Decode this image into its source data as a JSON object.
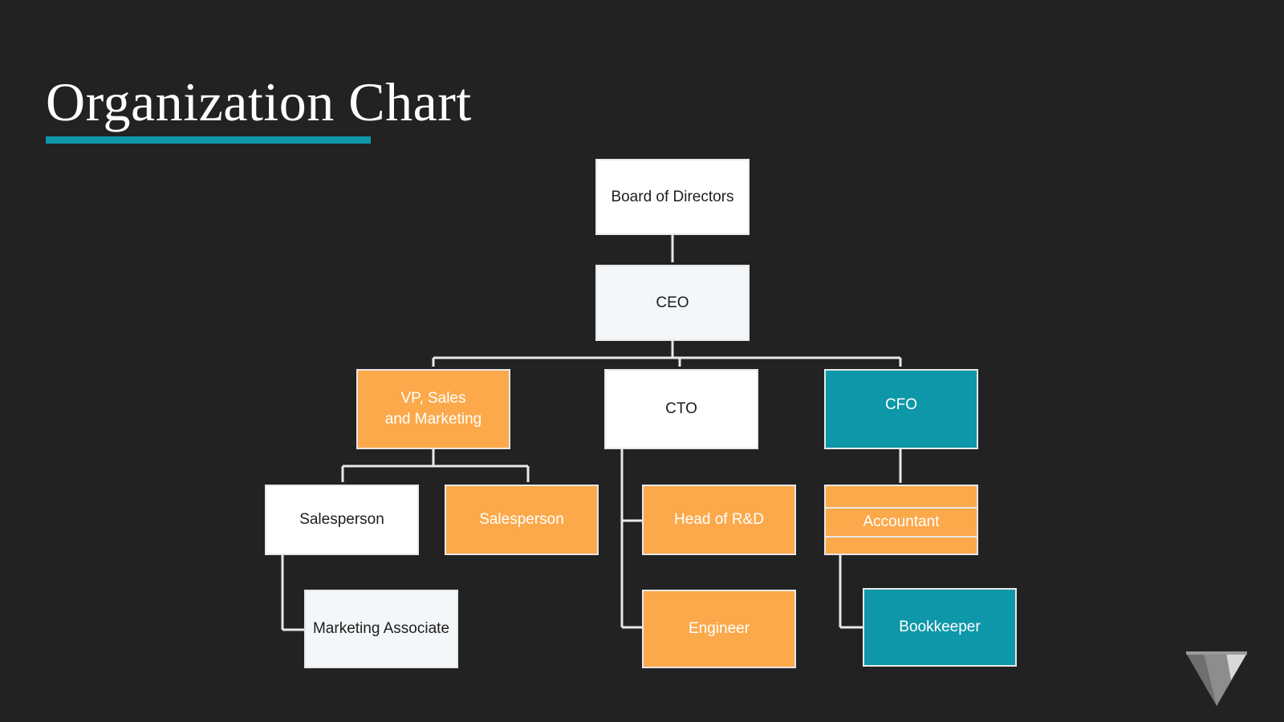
{
  "slide": {
    "background_color": "#222222",
    "title": "Organization Chart",
    "title_underline_color": "#0e97a8"
  },
  "palette": {
    "background": "#222222",
    "white": "#ffffff",
    "offwhite": "#f4f7fa",
    "orange": "#fba94b",
    "teal": "#0e97a8",
    "connector": "#e8e8e8",
    "dark_text": "#1d1d1d",
    "light_text": "#ffffff"
  },
  "chart_data": {
    "type": "diagram",
    "title": "Organization Chart",
    "nodes": [
      {
        "id": "board",
        "label": "Board of Directors",
        "fill": "white",
        "text": "dark"
      },
      {
        "id": "ceo",
        "label": "CEO",
        "fill": "offwhite",
        "text": "dark"
      },
      {
        "id": "vp",
        "label": "VP, Sales\nand Marketing",
        "fill": "orange",
        "text": "light"
      },
      {
        "id": "cto",
        "label": "CTO",
        "fill": "white",
        "text": "dark"
      },
      {
        "id": "cfo",
        "label": "CFO",
        "fill": "teal",
        "text": "light"
      },
      {
        "id": "sales1",
        "label": "Salesperson",
        "fill": "white",
        "text": "dark"
      },
      {
        "id": "sales2",
        "label": "Salesperson",
        "fill": "orange",
        "text": "light"
      },
      {
        "id": "randd",
        "label": "Head of R&D",
        "fill": "orange",
        "text": "light"
      },
      {
        "id": "accountant",
        "label": "Accountant",
        "fill": "orange",
        "text": "light"
      },
      {
        "id": "marketing",
        "label": "Marketing Associate",
        "fill": "offwhite",
        "text": "dark"
      },
      {
        "id": "engineer",
        "label": "Engineer",
        "fill": "orange",
        "text": "light"
      },
      {
        "id": "bookkeeper",
        "label": "Bookkeeper",
        "fill": "teal",
        "text": "light"
      }
    ],
    "edges": [
      {
        "from": "board",
        "to": "ceo"
      },
      {
        "from": "ceo",
        "to": "vp"
      },
      {
        "from": "ceo",
        "to": "cto"
      },
      {
        "from": "ceo",
        "to": "cfo"
      },
      {
        "from": "vp",
        "to": "sales1"
      },
      {
        "from": "vp",
        "to": "sales2"
      },
      {
        "from": "cto",
        "to": "randd"
      },
      {
        "from": "cto",
        "to": "engineer"
      },
      {
        "from": "cfo",
        "to": "accountant"
      },
      {
        "from": "sales1",
        "to": "marketing"
      },
      {
        "from": "accountant",
        "to": "bookkeeper"
      }
    ],
    "levels": [
      [
        "board"
      ],
      [
        "ceo"
      ],
      [
        "vp",
        "cto",
        "cfo"
      ],
      [
        "sales1",
        "sales2",
        "randd",
        "accountant"
      ],
      [
        "marketing",
        "engineer",
        "bookkeeper"
      ]
    ]
  },
  "watermark": {
    "name": "v-logo"
  }
}
